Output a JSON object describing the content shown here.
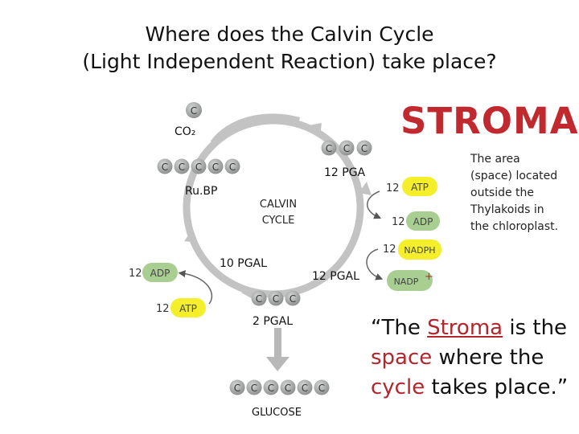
{
  "title": {
    "line1": "Where does the Calvin Cycle",
    "line2": "(Light Independent Reaction) take place?"
  },
  "stroma_label": "STROMA",
  "description": [
    "The area",
    "(space) located",
    "outside the",
    "Thylakoids in",
    "the chloroplast."
  ],
  "quote": {
    "open": "“The ",
    "stroma": "Stroma",
    "is_the": " is the",
    "space": "space",
    "where_the": " where the",
    "cycle": "cycle",
    "takes_place": " takes place.”"
  },
  "diagram": {
    "carbon": "C",
    "co2": "CO₂",
    "rubp": "Ru.BP",
    "pga": "12 PGA",
    "cycle_line1": "CALVIN",
    "cycle_line2": "CYCLE",
    "pgal10": "10 PGAL",
    "pgal12": "12 PGAL",
    "pgal2": "2 PGAL",
    "glucose": "GLUCOSE",
    "n12": "12",
    "atp": "ATP",
    "adp": "ADP",
    "nadph": "NADPH",
    "nadp": "NADP",
    "plus": "+",
    "colors": {
      "carbon_fill": "#9ea0a0",
      "yellow": "#f4ef2a",
      "green": "#a9ce92",
      "arrow": "#a8a8a8",
      "red": "#c0292e"
    }
  }
}
